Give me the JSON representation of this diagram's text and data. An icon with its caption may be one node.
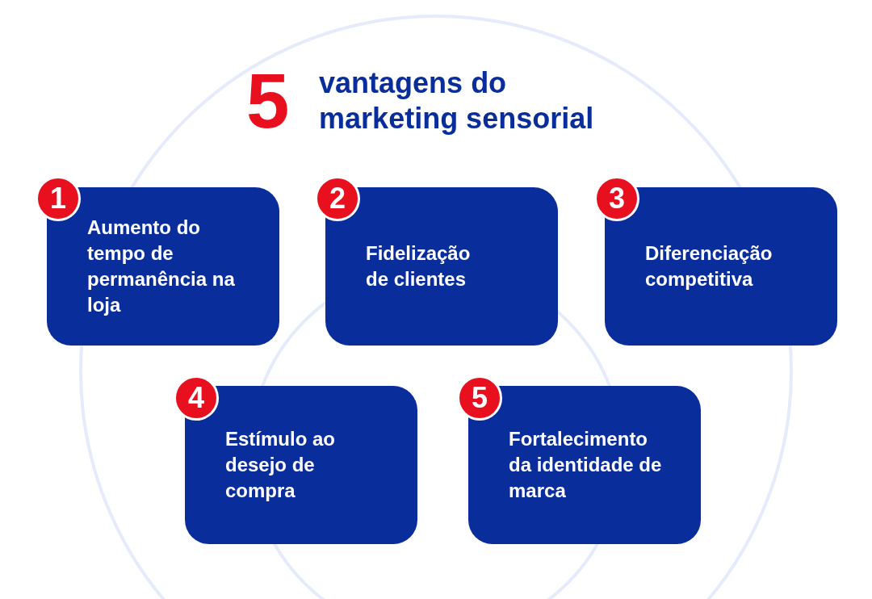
{
  "diagram": {
    "title": "5 vantagens do marketing sensorial",
    "nodes": [
      {
        "text": [
          "1"
        ]
      },
      {
        "text": [
          "Aumento do tempo de permanência na loja"
        ]
      },
      {
        "text": [
          "2"
        ]
      },
      {
        "text": [
          "Fidelização de clientes"
        ]
      },
      {
        "text": [
          "3"
        ]
      },
      {
        "text": [
          "Diferenciação competitiva"
        ]
      },
      {
        "text": [
          "4"
        ]
      },
      {
        "text": [
          "Estímulo ao desejo de compra"
        ]
      },
      {
        "text": [
          "5"
        ]
      },
      {
        "text": [
          "Fortalecimento da identidade de marca"
        ]
      }
    ],
    "edges": []
  }
}
